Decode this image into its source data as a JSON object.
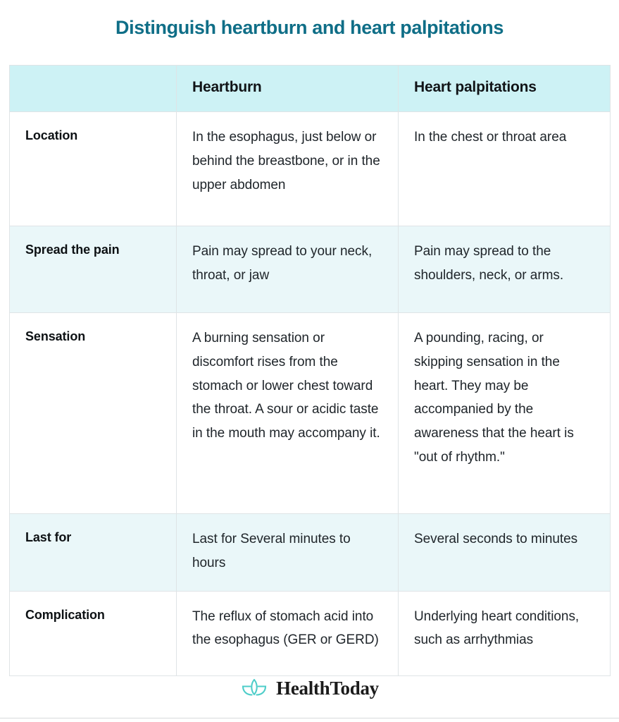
{
  "page": {
    "title": "Distinguish heartburn and heart palpitations",
    "title_color": "#0f6e87",
    "background": "#ffffff"
  },
  "table": {
    "header_background": "#cdf2f5",
    "alt_row_background": "#eaf7f9",
    "border_color": "#dfe4e6",
    "columns": [
      {
        "key": "attribute",
        "label": ""
      },
      {
        "key": "heartburn",
        "label": "Heartburn"
      },
      {
        "key": "palpitations",
        "label": "Heart palpitations"
      }
    ],
    "rows": [
      {
        "label": "Location",
        "heartburn": "In the esophagus, just below or behind the breastbone, or in the upper abdomen",
        "palpitations": "In the chest or throat area"
      },
      {
        "label": "Spread the pain",
        "heartburn": "Pain may spread to your neck, throat, or jaw",
        "palpitations": "Pain may spread to the shoulders, neck, or arms."
      },
      {
        "label": "Sensation",
        "heartburn": "A burning sensation or discomfort rises from the stomach or lower chest toward the throat. A sour or acidic taste in the mouth may accompany it.",
        "palpitations": "A pounding, racing, or skipping sensation in the heart. They may be accompanied by the awareness that the heart is \"out of rhythm.\""
      },
      {
        "label": "Last for",
        "heartburn": "Last for Several minutes to hours",
        "palpitations": "Several seconds to minutes"
      },
      {
        "label": "Complication",
        "heartburn": "The reflux of stomach acid into the esophagus (GER or GERD)",
        "palpitations": "Underlying heart conditions, such as arrhythmias"
      }
    ]
  },
  "footer": {
    "brand_name": "HealthToday",
    "brand_icon": "lotus-icon",
    "brand_icon_color": "#4ecdc9"
  }
}
